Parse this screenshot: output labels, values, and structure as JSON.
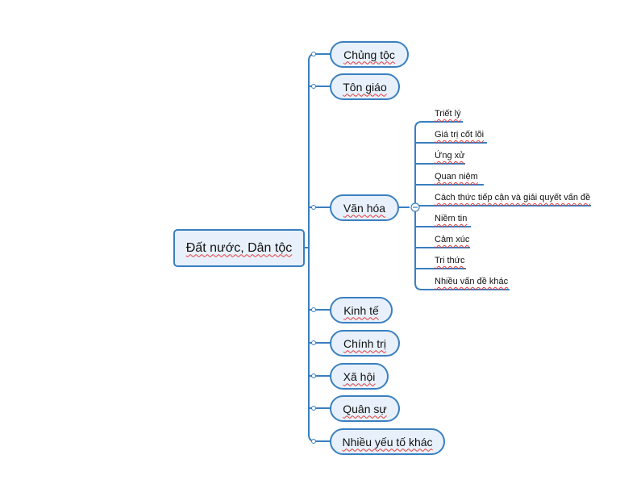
{
  "root": {
    "label": "Đất nước, Dân tộc"
  },
  "branches": [
    {
      "label": "Chủng tộc"
    },
    {
      "label": "Tôn giáo"
    },
    {
      "label": "Văn hóa"
    },
    {
      "label": "Kinh tế"
    },
    {
      "label": "Chính trị"
    },
    {
      "label": "Xã hội"
    },
    {
      "label": "Quân sự"
    },
    {
      "label": "Nhiều yếu tố khác"
    }
  ],
  "culture_children": [
    {
      "label": "Triết lý"
    },
    {
      "label": "Giá trị cốt lõi"
    },
    {
      "label": "Ứng xử"
    },
    {
      "label": "Quan niệm"
    },
    {
      "label": "Cách thức tiếp cận và giải quyết vấn đề"
    },
    {
      "label": "Niềm tin"
    },
    {
      "label": "Cảm xúc"
    },
    {
      "label": "Tri thức"
    },
    {
      "label": "Nhiều vấn đề khác"
    }
  ],
  "colors": {
    "line": "#3a7fc0",
    "node_fill": "#e8f1fb",
    "spell_underline": "#e23c3c"
  }
}
